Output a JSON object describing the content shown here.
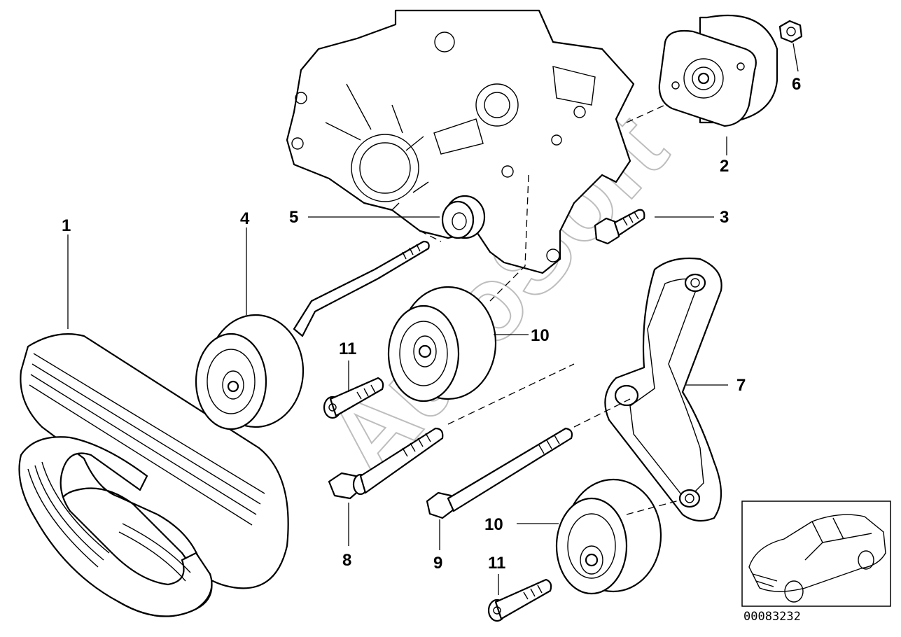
{
  "watermark": "AutoSoft",
  "document_number": "00083232",
  "callouts": {
    "c1": "1",
    "c2": "2",
    "c3": "3",
    "c4": "4",
    "c5": "5",
    "c6": "6",
    "c7": "7",
    "c8": "8",
    "c9": "9",
    "c10a": "10",
    "c10b": "10",
    "c11a": "11",
    "c11b": "11"
  }
}
